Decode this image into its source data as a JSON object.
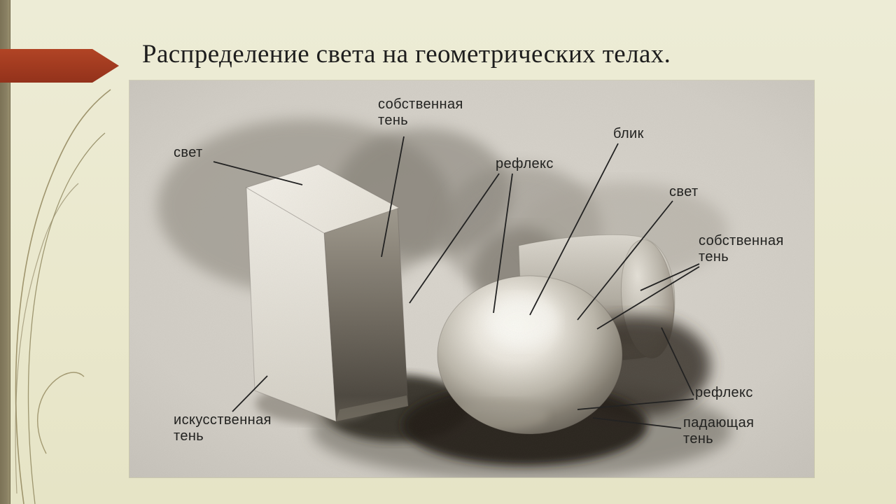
{
  "slide": {
    "title": "Распределение света на геометрических телах."
  },
  "figure": {
    "labels": {
      "own_shadow_left": {
        "line1": "собственная",
        "line2": "тень"
      },
      "light_left": {
        "text": "свет"
      },
      "reflex_left": {
        "text": "рефлекс"
      },
      "highlight": {
        "text": "блик"
      },
      "light_right": {
        "text": "свет"
      },
      "own_shadow_right": {
        "line1": "собственная",
        "line2": "тень"
      },
      "reflex_right": {
        "text": "рефлекс"
      },
      "falling_shadow": {
        "line1": "падающая",
        "line2": "тень"
      },
      "artificial_shadow": {
        "line1": "искусственная",
        "line2": "тень"
      }
    }
  },
  "colors": {
    "slide_background": "#eae8cd",
    "left_stripe": "#8a8164",
    "arrow_red": "#a63b21",
    "paper": "#d3cfc7",
    "label_text": "#222220",
    "title_text": "#1d1d1d"
  }
}
